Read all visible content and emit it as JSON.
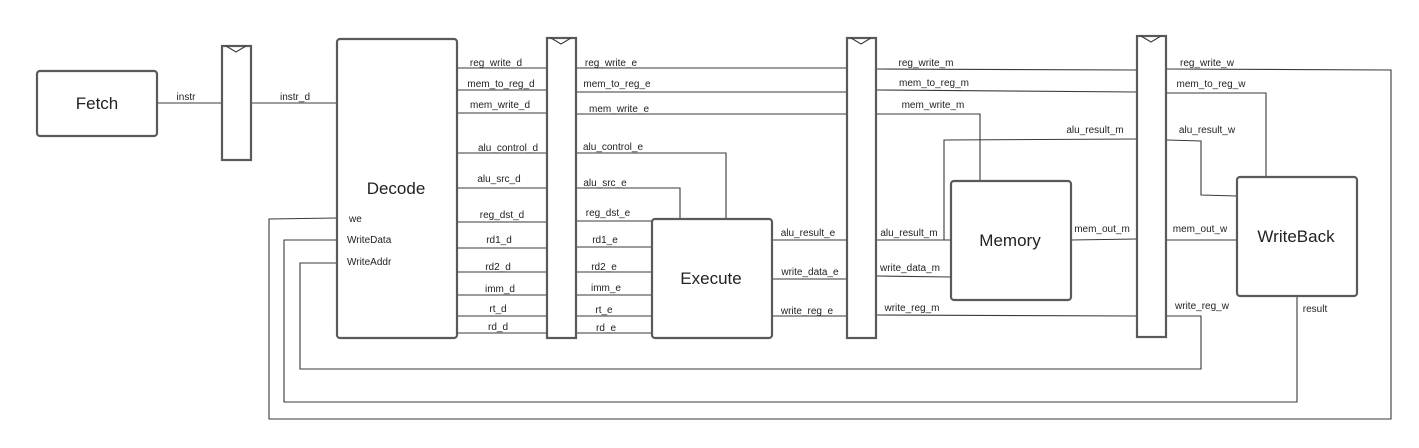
{
  "blocks": {
    "fetch": "Fetch",
    "decode": "Decode",
    "execute": "Execute",
    "memory": "Memory",
    "writeback": "WriteBack"
  },
  "decode_ports": [
    "we",
    "WriteData",
    "WriteAddr"
  ],
  "signals": {
    "instr": "instr",
    "instr_d": "instr_d",
    "decode_out": [
      "reg_write_d",
      "mem_to_reg_d",
      "mem_write_d",
      "alu_control_d",
      "alu_src_d",
      "reg_dst_d",
      "rd1_d",
      "rd2_d",
      "imm_d",
      "rt_d",
      "rd_d"
    ],
    "execute_in": [
      "reg_write_e",
      "mem_to_reg_e",
      "mem_write_e",
      "alu_control_e",
      "alu_src_e",
      "reg_dst_e",
      "rd1_e",
      "rd2_e",
      "imm_e",
      "rt_e",
      "rd_e"
    ],
    "execute_out": [
      "alu_result_e",
      "write_data_e",
      "write_reg_e"
    ],
    "memory_stage": [
      "reg_write_m",
      "mem_to_reg_m",
      "mem_write_m",
      "alu_result_m",
      "alu_result_m",
      "write_data_m",
      "write_reg_m"
    ],
    "mem_out_m": "mem_out_m",
    "writeback_stage": [
      "reg_write_w",
      "mem_to_reg_w",
      "alu_result_w",
      "mem_out_w",
      "write_reg_w"
    ],
    "result": "result"
  }
}
